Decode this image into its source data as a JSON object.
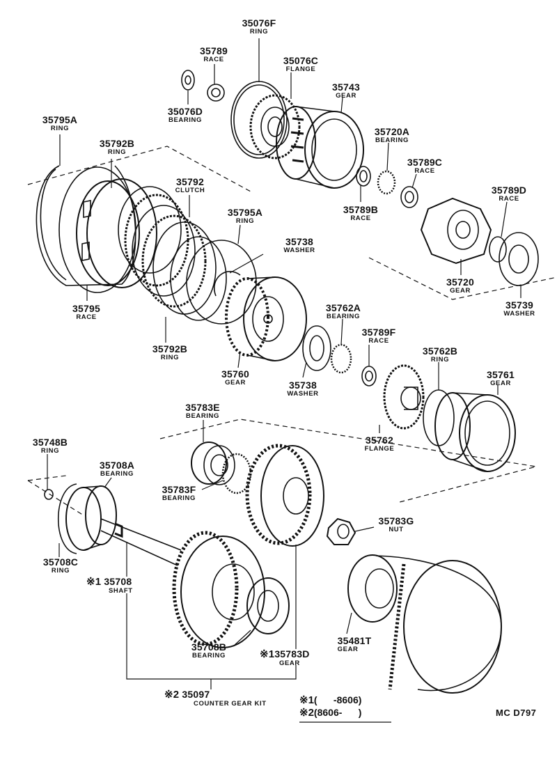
{
  "parts": [
    {
      "id": "p35076F",
      "number": "35076F",
      "name": "RING"
    },
    {
      "id": "p35789",
      "number": "35789",
      "name": "RACE"
    },
    {
      "id": "p35076C",
      "number": "35076C",
      "name": "FLANGE"
    },
    {
      "id": "p35743",
      "number": "35743",
      "name": "GEAR"
    },
    {
      "id": "p35076D",
      "number": "35076D",
      "name": "BEARING"
    },
    {
      "id": "p35795A_1",
      "number": "35795A",
      "name": "RING"
    },
    {
      "id": "p35792B_1",
      "number": "35792B",
      "name": "RING"
    },
    {
      "id": "p35720A",
      "number": "35720A",
      "name": "BEARING"
    },
    {
      "id": "p35789C",
      "number": "35789C",
      "name": "RACE"
    },
    {
      "id": "p35792",
      "number": "35792",
      "name": "CLUTCH"
    },
    {
      "id": "p35789D",
      "number": "35789D",
      "name": "RACE"
    },
    {
      "id": "p35789B",
      "number": "35789B",
      "name": "RACE"
    },
    {
      "id": "p35795A_2",
      "number": "35795A",
      "name": "RING"
    },
    {
      "id": "p35738_1",
      "number": "35738",
      "name": "WASHER"
    },
    {
      "id": "p35795",
      "number": "35795",
      "name": "RACE"
    },
    {
      "id": "p35720",
      "number": "35720",
      "name": "GEAR"
    },
    {
      "id": "p35739",
      "number": "35739",
      "name": "WASHER"
    },
    {
      "id": "p35762A",
      "number": "35762A",
      "name": "BEARING"
    },
    {
      "id": "p35789F",
      "number": "35789F",
      "name": "RACE"
    },
    {
      "id": "p35792B_2",
      "number": "35792B",
      "name": "RING"
    },
    {
      "id": "p35762B",
      "number": "35762B",
      "name": "RING"
    },
    {
      "id": "p35760",
      "number": "35760",
      "name": "GEAR"
    },
    {
      "id": "p35761",
      "number": "35761",
      "name": "GEAR"
    },
    {
      "id": "p35738_2",
      "number": "35738",
      "name": "WASHER"
    },
    {
      "id": "p35783E",
      "number": "35783E",
      "name": "BEARING"
    },
    {
      "id": "p35762",
      "number": "35762",
      "name": "FLANGE"
    },
    {
      "id": "p35748B",
      "number": "35748B",
      "name": "RING"
    },
    {
      "id": "p35708A",
      "number": "35708A",
      "name": "BEARING"
    },
    {
      "id": "p35783F",
      "number": "35783F",
      "name": "BEARING"
    },
    {
      "id": "p35783G",
      "number": "35783G",
      "name": "NUT"
    },
    {
      "id": "p35708C",
      "number": "35708C",
      "name": "RING"
    },
    {
      "id": "p35708",
      "number": "35708",
      "name": "SHAFT",
      "mark": "※1"
    },
    {
      "id": "p35481T",
      "number": "35481T",
      "name": "GEAR"
    },
    {
      "id": "p35708B",
      "number": "35708B",
      "name": "BEARING"
    },
    {
      "id": "p35783D",
      "number": "35783D",
      "name": "GEAR",
      "mark": "※1"
    },
    {
      "id": "p35097",
      "number": "35097",
      "name": "COUNTER GEAR KIT",
      "mark": "※2"
    }
  ],
  "notes": [
    {
      "mark": "※1",
      "text": "(      -8606)"
    },
    {
      "mark": "※2",
      "text": "(8606-      )"
    }
  ],
  "diagram_code": "MC D797"
}
